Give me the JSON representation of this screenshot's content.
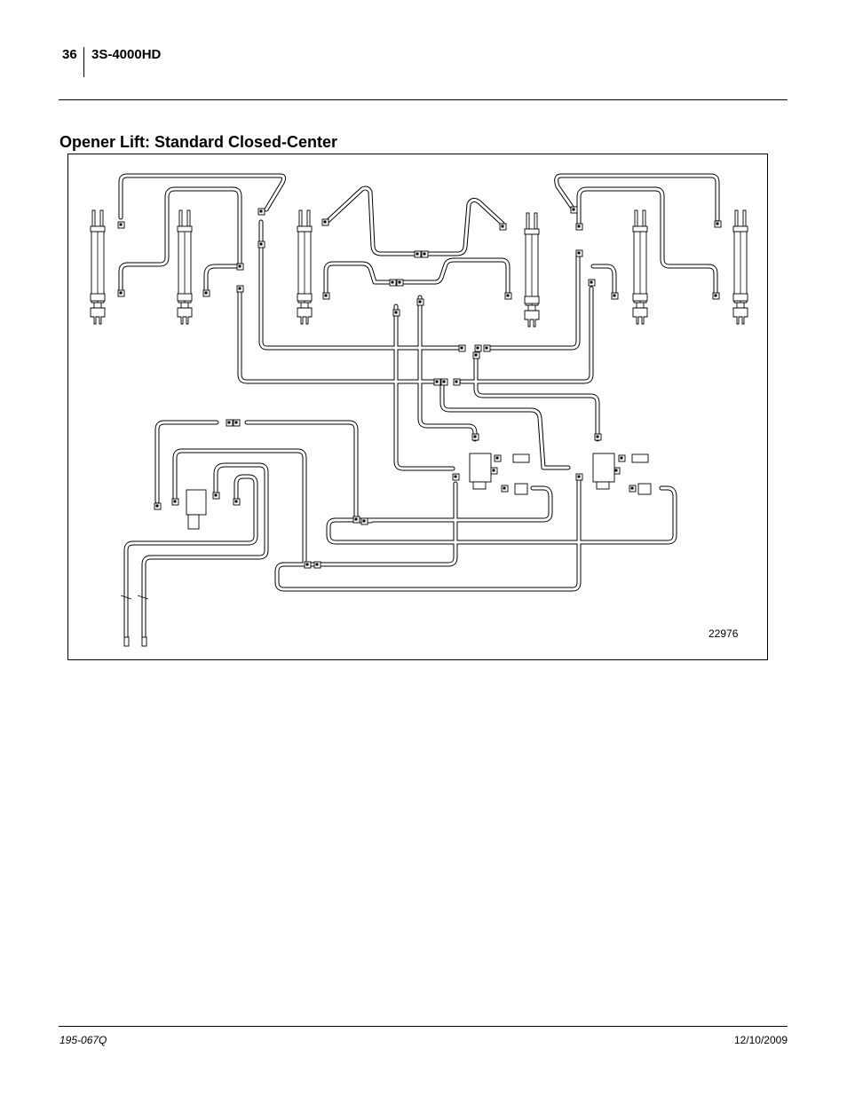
{
  "header": {
    "page_number": "36",
    "model": "3S-4000HD"
  },
  "section": {
    "title": "Opener Lift: Standard Closed-Center"
  },
  "figure": {
    "number": "22976"
  },
  "footer": {
    "doc_number": "195-067Q",
    "date": "12/10/2009"
  }
}
